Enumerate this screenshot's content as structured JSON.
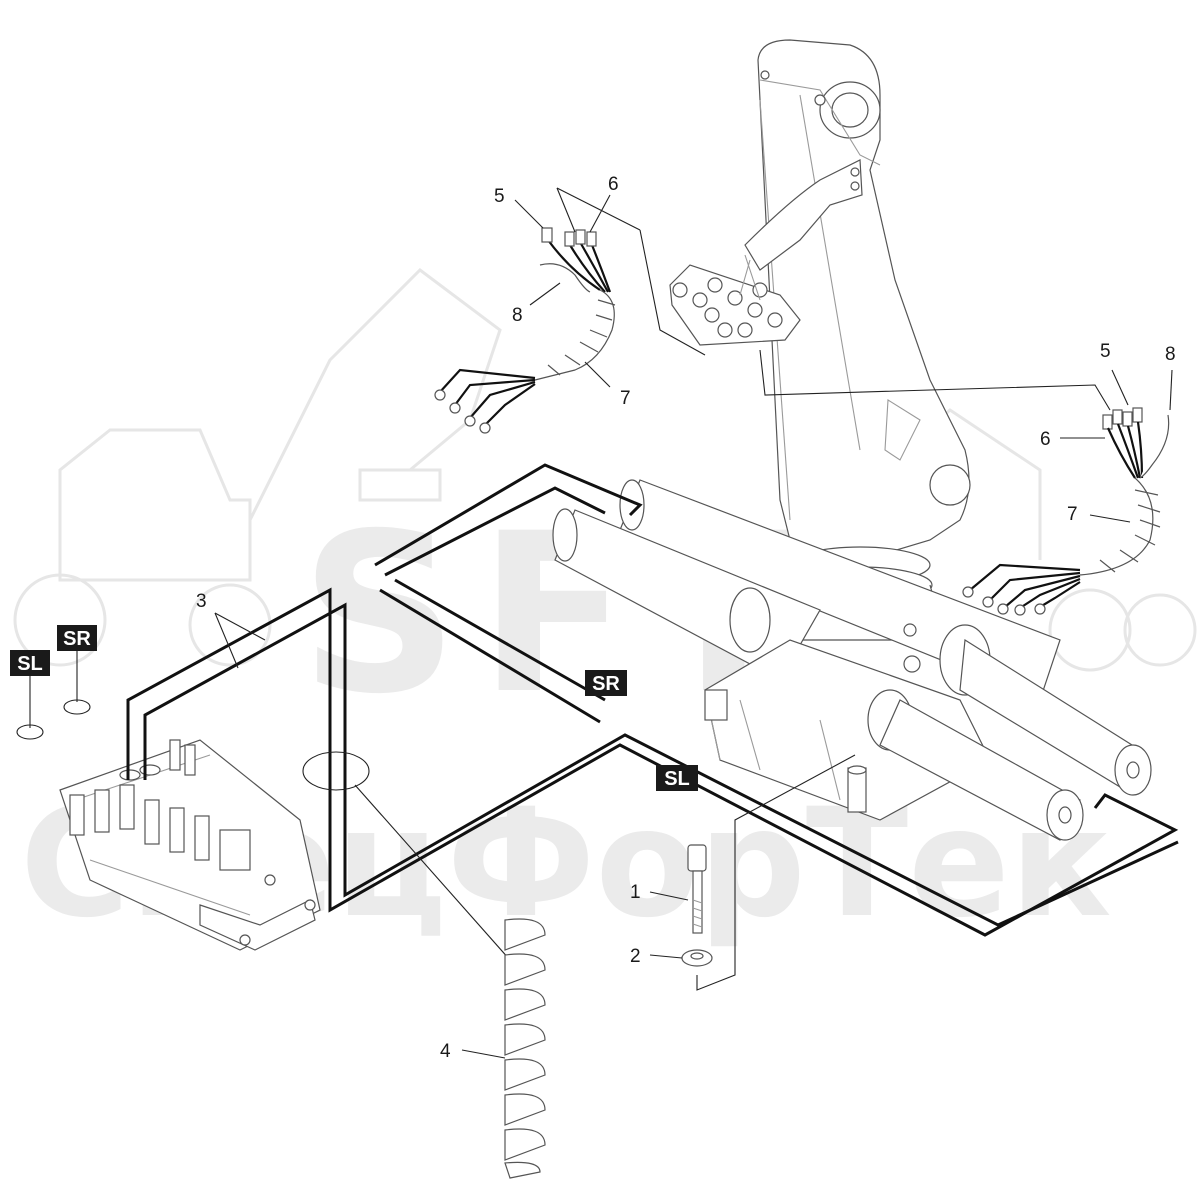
{
  "watermark": {
    "line1": "SFT",
    "line2": "СпецФорТек"
  },
  "callouts": {
    "c1": "1",
    "c2": "2",
    "c3": "3",
    "c4": "4",
    "c5a": "5",
    "c5b": "5",
    "c6a": "6",
    "c6b": "6",
    "c7a": "7",
    "c7b": "7",
    "c8a": "8",
    "c8b": "8"
  },
  "tags": {
    "sl_left": "SL",
    "sr_left": "SR",
    "sr_mid": "SR",
    "sl_mid": "SL"
  }
}
